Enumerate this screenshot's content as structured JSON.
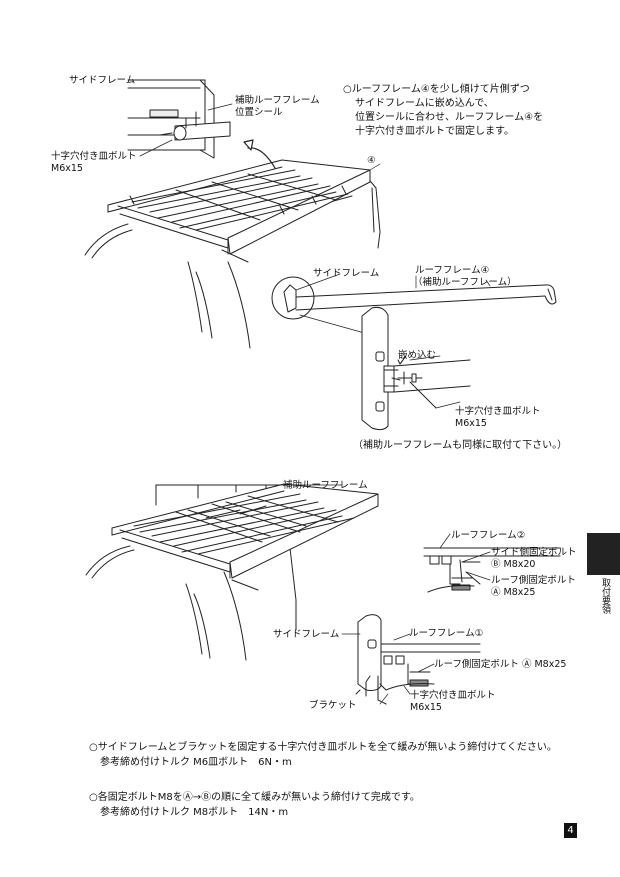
{
  "page": {
    "number": "4",
    "side_tab": "取付要領"
  },
  "fig1": {
    "side_frame": "サイドフレーム",
    "aux_frame_seal": [
      "補助ルーフフレーム",
      "位置シール"
    ],
    "bolt_label": [
      "十字穴付き皿ボルト",
      "M6x15"
    ],
    "frame_number": "④",
    "instruction": [
      "○ルーフフレーム④を少し傾けて片側ずつ",
      "サイドフレームに嵌め込んで、",
      "位置シールに合わせ、ルーフフレーム④を",
      "十字穴付き皿ボルトで固定します。"
    ]
  },
  "fig2": {
    "side_frame": "サイドフレーム",
    "roof_frame": [
      "ルーフフレーム④",
      "（補助ルーフフレーム）"
    ],
    "insert_label": "嵌め込む",
    "bolt_label": [
      "十字穴付き皿ボルト",
      "M6x15"
    ],
    "note": "（補助ルーフフレームも同様に取付て下さい。）"
  },
  "fig3": {
    "aux_frame": "補助ルーフフレーム",
    "roof_frame2": "ルーフフレーム②",
    "side_bolt": [
      "サイド側固定ボルト",
      "Ⓑ M8x20"
    ],
    "roof_bolt": [
      "ルーフ側固定ボルト",
      "Ⓐ M8x25"
    ],
    "side_frame": "サイドフレーム",
    "roof_frame1": "ルーフフレーム①",
    "roof_bolt_a": "ルーフ側固定ボルト Ⓐ M8x25",
    "bracket": "ブラケット",
    "bolt_label": [
      "十字穴付き皿ボルト",
      "M6x15"
    ]
  },
  "instructions": [
    {
      "line1": "○サイドフレームとブラケットを固定する十字穴付き皿ボルトを全て緩みが無いよう締付けてください。",
      "line2": "参考締め付けトルク M6皿ボルト　6N・m"
    },
    {
      "line1": "○各固定ボルトM8をⒶ→Ⓑの順に全て緩みが無いよう締付けて完成です。",
      "line2": "参考締め付けトルク M8ボルト　14N・m"
    }
  ]
}
